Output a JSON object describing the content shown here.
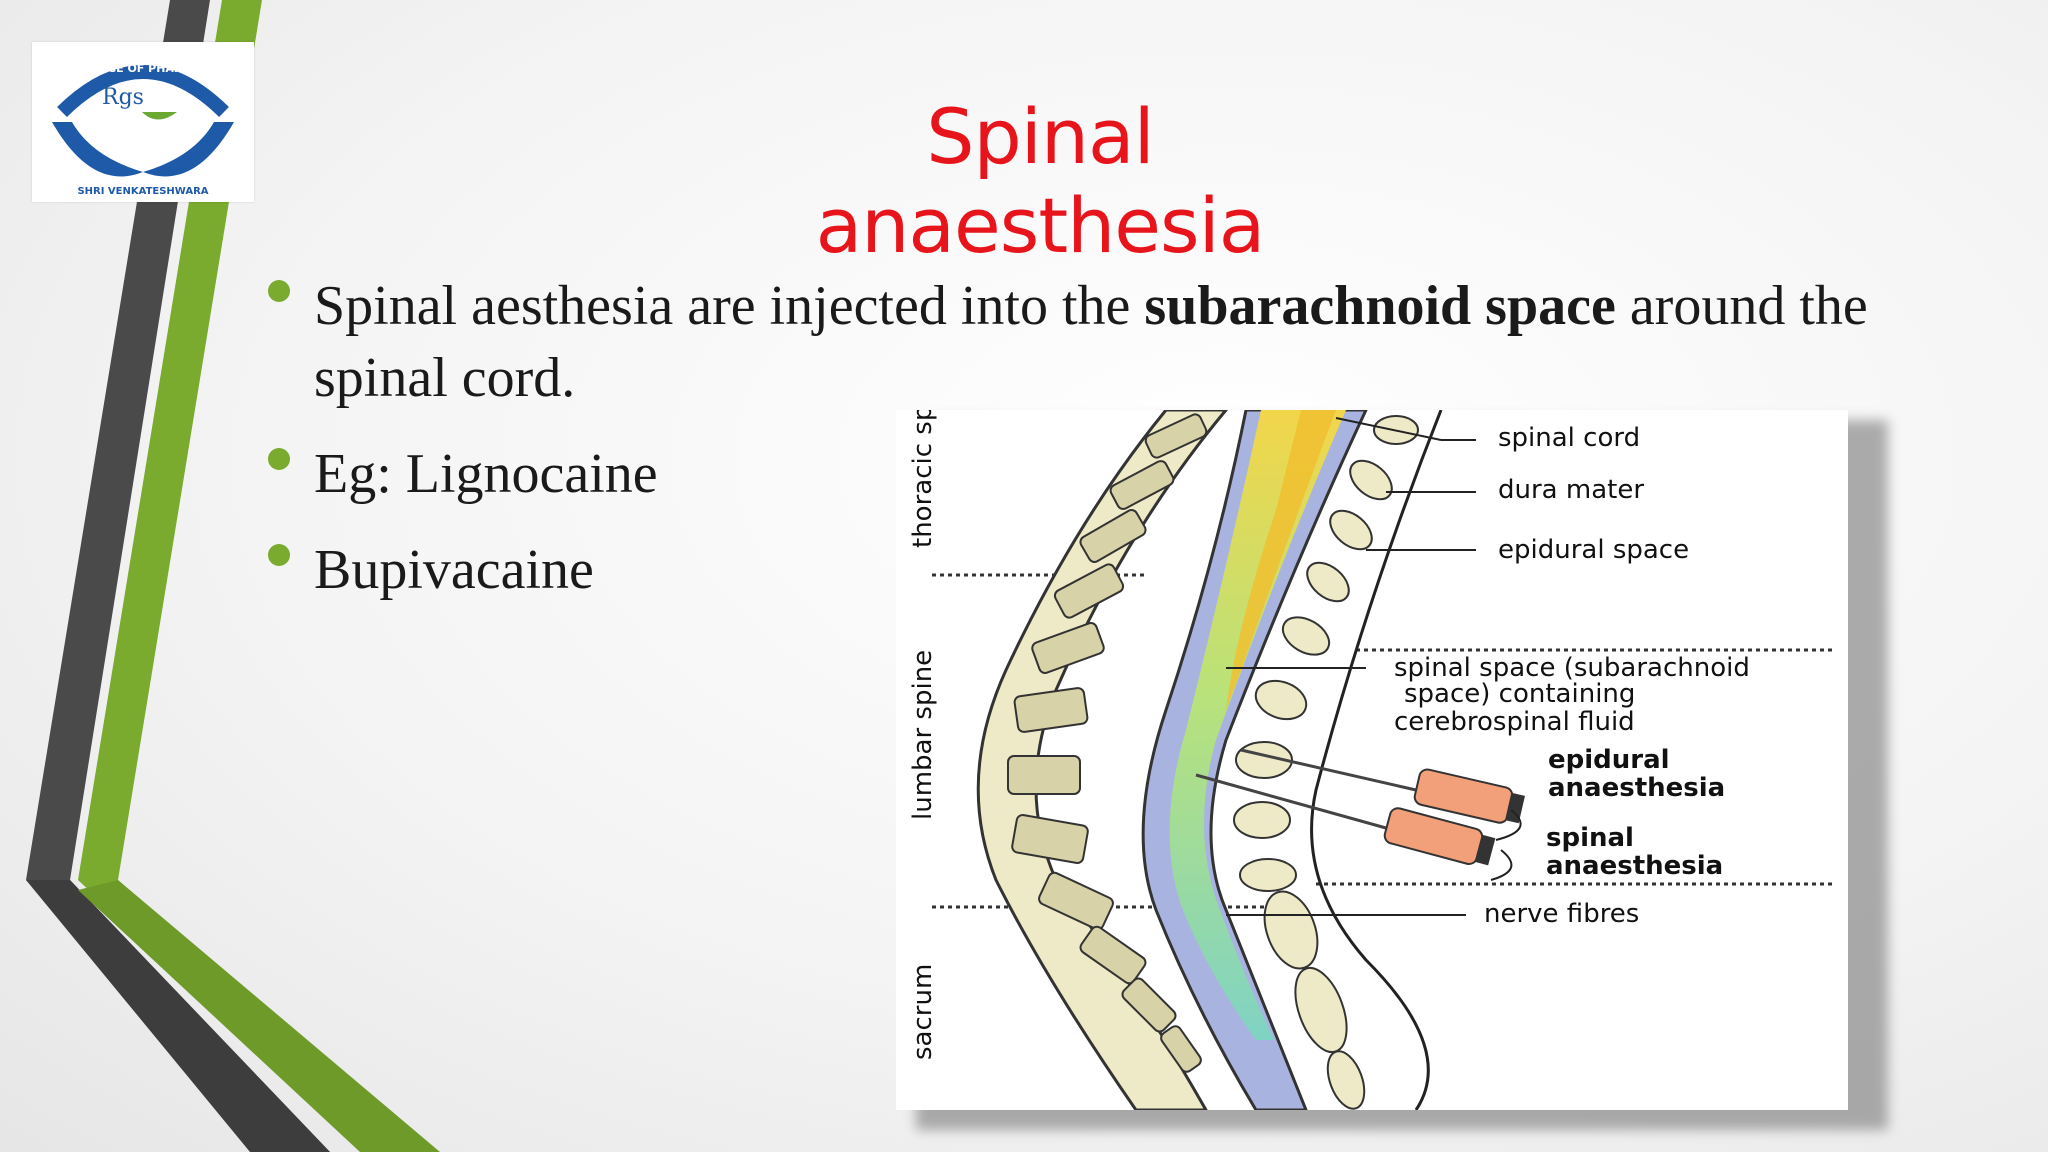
{
  "slide": {
    "title": "Spinal anaesthesia",
    "logo": {
      "ring_text": "COLLEGE OF PHARMACY",
      "mark": "Rgs",
      "bottom_text": "SHRI VENKATESHWARA"
    },
    "bullets": [
      {
        "pre": "Spinal aesthesia are injected into the ",
        "bold": "subarachnoid space",
        "post": " around the spinal cord."
      },
      {
        "pre": "Eg: Lignocaine",
        "bold": "",
        "post": ""
      },
      {
        "pre": "Bupivacaine",
        "bold": "",
        "post": ""
      }
    ]
  },
  "figure": {
    "regions": [
      "thoracic spine",
      "lumbar spine",
      "sacrum"
    ],
    "labels": {
      "spinal_cord": "spinal cord",
      "dura_mater": "dura mater",
      "epidural_space": "epidural space",
      "spinal_space_1": "spinal space (subarachnoid",
      "spinal_space_2": "space) containing",
      "spinal_space_3": "cerebrospinal fluid",
      "epidural_1": "epidural",
      "epidural_2": "anaesthesia",
      "spinal_1": "spinal",
      "spinal_2": "anaesthesia",
      "nerve_fibres": "nerve fibres"
    }
  },
  "colors": {
    "title": "#e8141b",
    "accent_green": "#7aaa2e",
    "accent_gray": "#3b3b3b"
  }
}
